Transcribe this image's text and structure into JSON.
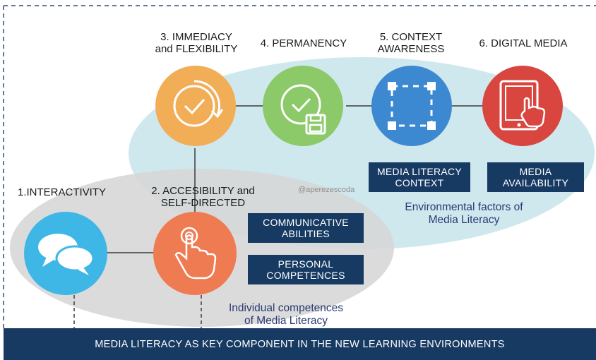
{
  "nodes": {
    "n1": {
      "label": "1.INTERACTIVITY",
      "icon": "chat-bubbles-icon",
      "color": "#3fb7e6"
    },
    "n2": {
      "label": "2. ACCESIBILITY and\nSELF-DIRECTED",
      "icon": "touch-hand-icon",
      "color": "#ef7b53"
    },
    "n3": {
      "label": "3. IMMEDIACY\nand FLEXIBILITY",
      "icon": "clock-refresh-icon",
      "color": "#f2ad57"
    },
    "n4": {
      "label": "4. PERMANENCY",
      "icon": "clock-save-icon",
      "color": "#8cc968"
    },
    "n5": {
      "label": "5. CONTEXT\nAWARENESS",
      "icon": "focus-frame-icon",
      "color": "#3d89d1"
    },
    "n6": {
      "label": "6. DIGITAL MEDIA",
      "icon": "tablet-touch-icon",
      "color": "#d9453f"
    }
  },
  "boxes": {
    "communicative": "COMMUNICATIVE\nABILITIES",
    "personal": "PERSONAL\nCOMPETENCES",
    "context": "MEDIA LITERACY\nCONTEXT",
    "availability": "MEDIA\nAVAILABILITY"
  },
  "captions": {
    "individual": "Individual competences\nof Media Literacy",
    "environmental": "Environmental factors of\nMedia Literacy"
  },
  "watermark": "@aperezescoda",
  "footer": "MEDIA LITERACY AS KEY COMPONENT IN THE NEW LEARNING ENVIRONMENTS",
  "colors": {
    "navy": "#173a63",
    "ellipse_blue": "#cfe8ee",
    "ellipse_grey": "#dadada",
    "caption_text": "#2b3a72"
  }
}
